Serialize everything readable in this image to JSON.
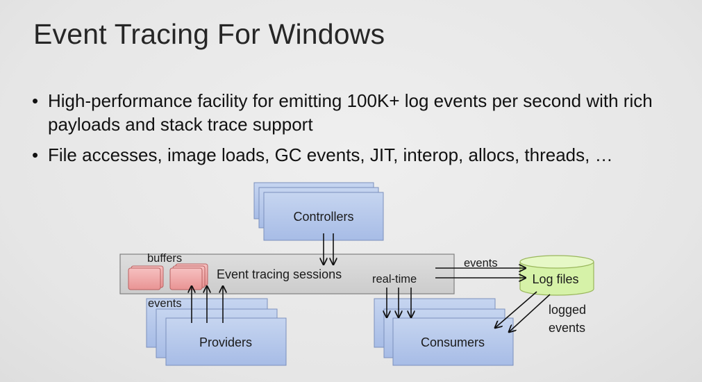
{
  "slide": {
    "title": "Event Tracing For Windows",
    "bullets": [
      "High-performance facility for emitting 100K+ log events per second with rich payloads and stack trace support",
      "File accesses, image loads, GC events, JIT, interop, allocs, threads, …"
    ]
  },
  "diagram": {
    "controllers": "Controllers",
    "sessions": "Event tracing sessions",
    "buffers": "buffers",
    "events_in": "events",
    "providers": "Providers",
    "realtime": "real-time",
    "events_out": "events",
    "log_files": "Log files",
    "logged_events_1": "logged",
    "logged_events_2": "events",
    "consumers": "Consumers"
  },
  "colors": {
    "box_fill": "#b4c7ea",
    "box_stroke": "#7b90bd",
    "session_fill": "#d6d6d6",
    "buffer_fill": "#f0aaaa",
    "buffer_stroke": "#b96060",
    "log_fill": "#dcf4b0",
    "log_stroke": "#99b65b"
  }
}
